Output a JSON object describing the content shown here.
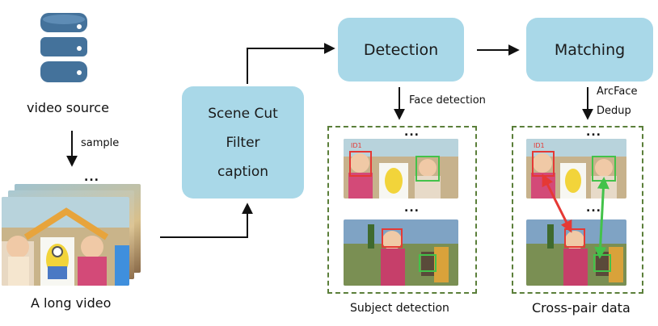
{
  "source": {
    "label": "video source"
  },
  "sample": {
    "label": "sample"
  },
  "long_video": {
    "label": "A long video",
    "ellipsis": "..."
  },
  "scene_box": {
    "line1": "Scene Cut",
    "line2": "Filter",
    "line3": "caption"
  },
  "detection": {
    "label": "Detection",
    "face_label": "Face detection"
  },
  "matching": {
    "label": "Matching",
    "note1": "ArcFace",
    "note2": "Dedup"
  },
  "subject_panel": {
    "caption": "Subject detection",
    "ellipsis": "...",
    "id_tag": "ID1"
  },
  "cross_panel": {
    "caption": "Cross-pair data",
    "ellipsis": "...",
    "id_tag": "ID1"
  },
  "colors": {
    "box": "#a9d8e8",
    "dash": "#5b7f3a",
    "red": "#e53935",
    "green": "#43c24a"
  }
}
